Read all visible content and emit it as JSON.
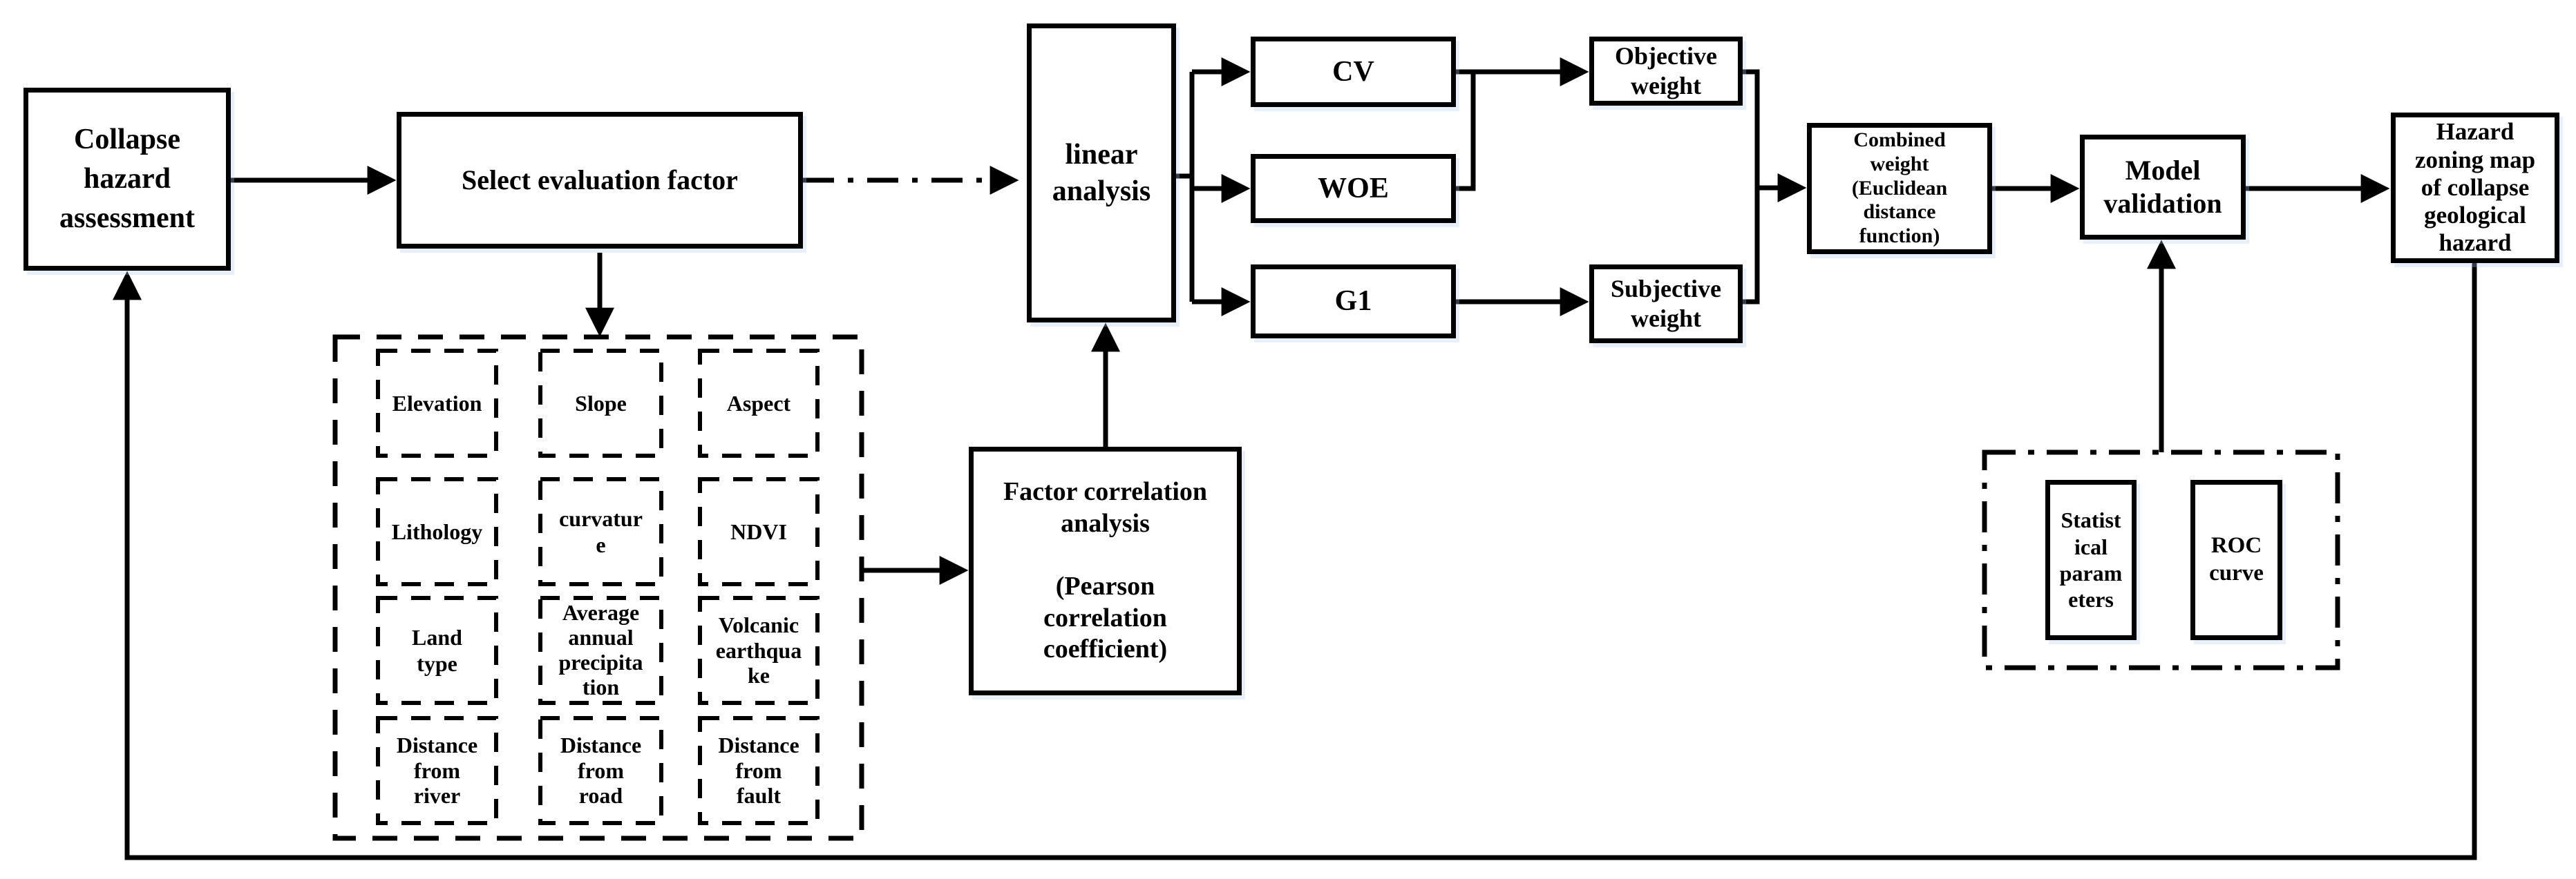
{
  "diagram": {
    "title": "Collapse hazard assessment methodology flowchart",
    "nodes": {
      "collapse": "Collapse\nhazard\nassessment",
      "select": "Select evaluation factor",
      "linear": "linear\nanalysis",
      "cv": "CV",
      "woe": "WOE",
      "g1": "G1",
      "objective": "Objective\nweight",
      "subjective": "Subjective\nweight",
      "combined": "Combined\nweight\n(Euclidean\ndistance\nfunction)",
      "model": "Model\nvalidation",
      "hazard": "Hazard\nzoning map\nof collapse\ngeological\nhazard",
      "factor_corr": "Factor correlation\nanalysis\n\n(Pearson\ncorrelation\ncoefficient)",
      "stat": "Statist\nical\nparam\neters",
      "roc": "ROC\ncurve"
    },
    "factors": [
      "Elevation",
      "Slope",
      "Aspect",
      "Lithology",
      "curvatur\ne",
      "NDVI",
      "Land\ntype",
      "Average\nannual\nprecipita\ntion",
      "Volcanic\nearthqua\nke",
      "Distance\nfrom\nriver",
      "Distance\nfrom\nroad",
      "Distance\nfrom\nfault"
    ],
    "colors": {
      "line": "#000000",
      "text": "#000000",
      "background": "#ffffff",
      "shadow_tint": "#b0cbee"
    }
  }
}
